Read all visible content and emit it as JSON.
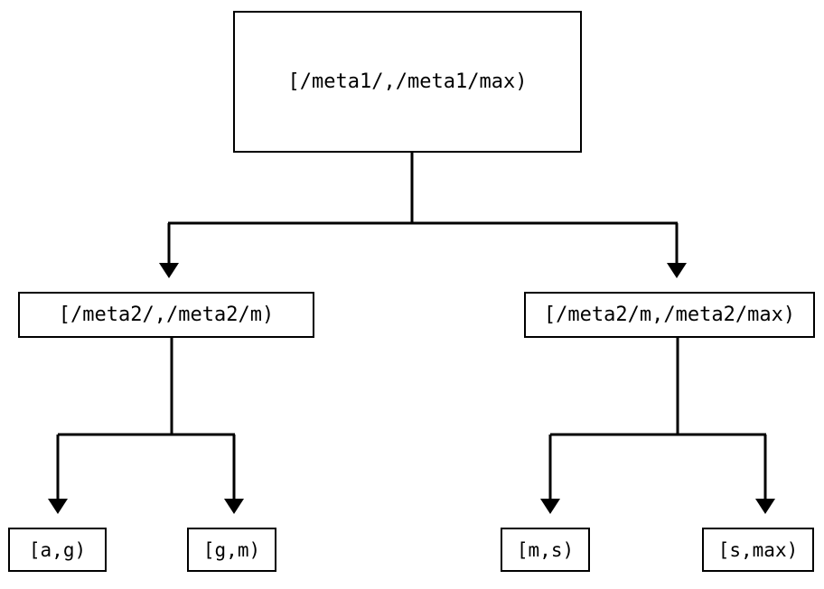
{
  "diagram": {
    "type": "tree",
    "title": "",
    "background_color": "#ffffff",
    "line_color": "#000000",
    "box_border_color": "#000000",
    "box_fill_color": "#ffffff",
    "text_color": "#000000",
    "nodes": {
      "root": {
        "label": "[/meta1/,/meta1/max)",
        "level": 0
      },
      "mid_left": {
        "label": "[/meta2/,/meta2/m)",
        "level": 1
      },
      "mid_right": {
        "label": "[/meta2/m,/meta2/max)",
        "level": 1
      },
      "leaf_1": {
        "label": "[a,g)",
        "level": 2
      },
      "leaf_2": {
        "label": "[g,m)",
        "level": 2
      },
      "leaf_3": {
        "label": "[m,s)",
        "level": 2
      },
      "leaf_4": {
        "label": "[s,max)",
        "level": 2
      }
    },
    "edges": [
      {
        "from": "root",
        "to": "mid_left",
        "arrow": "down"
      },
      {
        "from": "root",
        "to": "mid_right",
        "arrow": "down"
      },
      {
        "from": "mid_left",
        "to": "leaf_1",
        "arrow": "down"
      },
      {
        "from": "mid_left",
        "to": "leaf_2",
        "arrow": "down"
      },
      {
        "from": "mid_right",
        "to": "leaf_3",
        "arrow": "down"
      },
      {
        "from": "mid_right",
        "to": "leaf_4",
        "arrow": "down"
      }
    ]
  }
}
